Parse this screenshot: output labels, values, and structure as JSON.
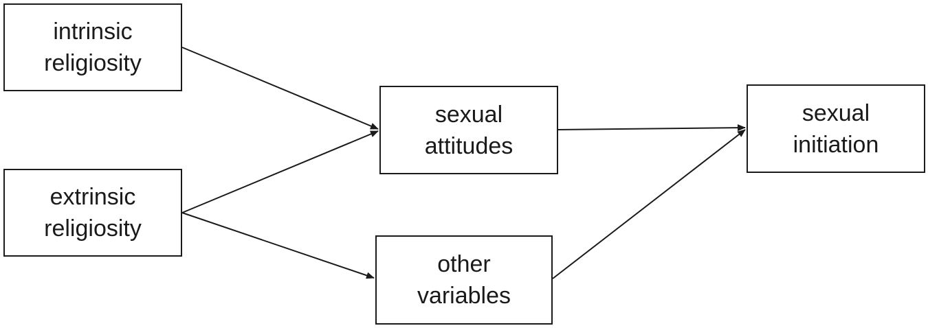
{
  "nodes": {
    "intrinsic_religiosity": {
      "line1": "intrinsic",
      "line2": "religiosity"
    },
    "extrinsic_religiosity": {
      "line1": "extrinsic",
      "line2": "religiosity"
    },
    "sexual_attitudes": {
      "line1": "sexual",
      "line2": "attitudes"
    },
    "other_variables": {
      "line1": "other",
      "line2": "variables"
    },
    "sexual_initiation": {
      "line1": "sexual",
      "line2": "initiation"
    }
  },
  "edges": [
    {
      "from": "intrinsic_religiosity",
      "to": "sexual_attitudes"
    },
    {
      "from": "extrinsic_religiosity",
      "to": "sexual_attitudes"
    },
    {
      "from": "extrinsic_religiosity",
      "to": "other_variables"
    },
    {
      "from": "sexual_attitudes",
      "to": "sexual_initiation"
    },
    {
      "from": "other_variables",
      "to": "sexual_initiation"
    }
  ],
  "colors": {
    "line": "#1a1a1a",
    "box_border": "#1a1a1a",
    "background": "#ffffff"
  }
}
